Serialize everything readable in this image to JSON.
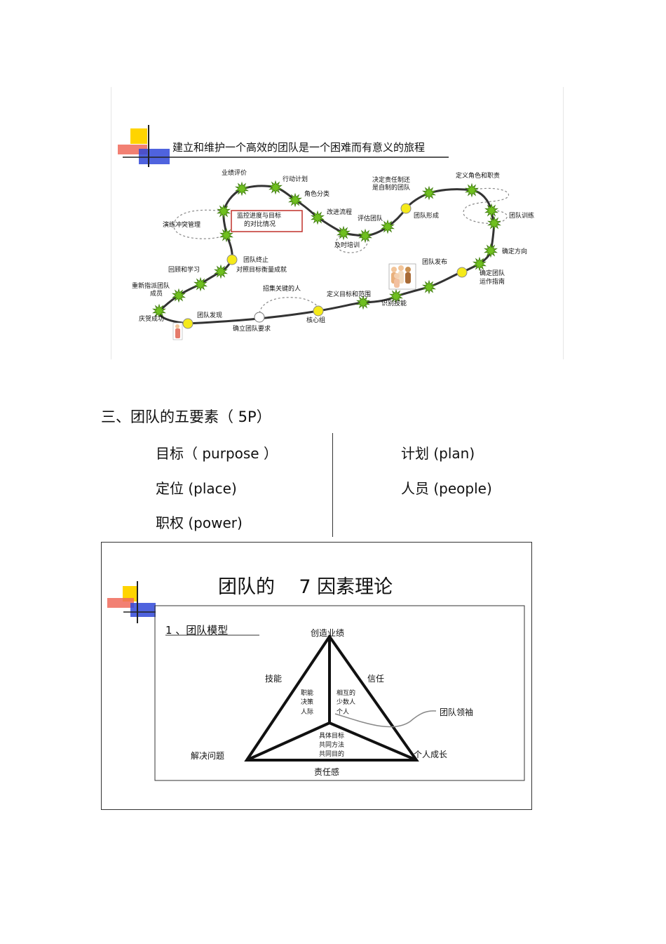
{
  "journey": {
    "title": "建立和维护一个高效的团队是一个困难而有意义的旅程",
    "labels": {
      "yejipingjia": "业绩评价",
      "xingdongjihua": "行动计划",
      "jiaosefenlei": "角色分类",
      "jueding1": "决定责任制还",
      "jueding2": "是自制的团队",
      "dingyijuese": "定义角色和职责",
      "yanlian": "演练冲突管理",
      "jiankong1": "监控进度与目标",
      "jiankong2": "的对比情况",
      "gaijin": "改进流程",
      "pinggu": "评估团队",
      "tuanduixingcheng": "团队形成",
      "xunlian": "团队训练",
      "jishipeixun": "及时培训",
      "quedingfangxiang": "确定方向",
      "zhongzhi": "团队终止",
      "duizhao": "对照目标衡量成就",
      "tuanduifabu": "团队发布",
      "huigu": "回顾和学习",
      "quedingzhinan1": "确定团队",
      "quedingzhinan2": "运作指南",
      "zhipai1": "重新指派团队",
      "zhipai2": "成员",
      "zhaoji": "招集关键的人",
      "dingyimubiao": "定义目标和范围",
      "shibie": "识别技能",
      "qinghe": "庆贺成功",
      "faxian": "团队发现",
      "hexinzu": "核心组",
      "yaoqiu": "确立团队要求"
    }
  },
  "five_p": {
    "heading": "三、团队的五要素（    5P）",
    "left": [
      "目标（ purpose ）",
      "定位 (place)",
      "职权 (power)"
    ],
    "right": [
      "计划 (plan)",
      "人员 (people)"
    ]
  },
  "seven": {
    "title": "团队的    7 因素理论",
    "subtitle": "1 、团队模型",
    "apex": "创造业绩",
    "left_edge": "技能",
    "right_edge": "信任",
    "left_inner": [
      "职能",
      "决策",
      "人际"
    ],
    "right_inner": [
      "相互的",
      "少数人",
      "个人"
    ],
    "bottom_inner": [
      "具体目标",
      "共同方法",
      "共同目的"
    ],
    "leader": "团队领袖",
    "bottom_left": "解决问题",
    "bottom_right": "个人成长",
    "bottom": "责任感"
  },
  "colors": {
    "node": "#6fbf1f",
    "milestone": "#f5ea1a",
    "logo_yellow": "#ffd400",
    "logo_red": "#e8301c",
    "logo_blue": "#2a3fd0",
    "box_red": "#c0302a"
  }
}
